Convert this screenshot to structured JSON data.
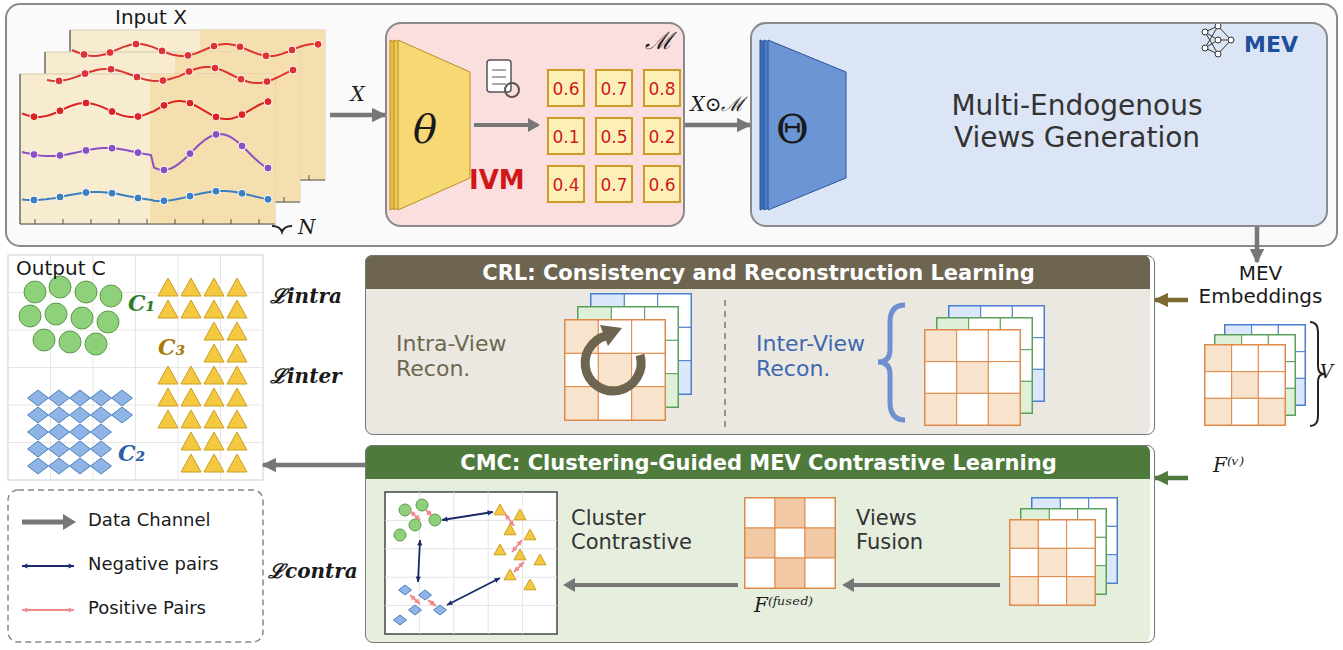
{
  "diagram": {
    "nodes": [
      {
        "text": [
          "Input X"
        ]
      },
      {
        "text": [
          "θ",
          "IVM",
          "ℳ"
        ]
      },
      {
        "text": [
          "0.6"
        ],
        "in": 1
      },
      {
        "text": [
          "0.7"
        ],
        "in": 1
      },
      {
        "text": [
          "0.8"
        ],
        "in": 1
      },
      {
        "text": [
          "0.1"
        ],
        "in": 1
      },
      {
        "text": [
          "0.5"
        ],
        "in": 1
      },
      {
        "text": [
          "0.2"
        ],
        "in": 1
      },
      {
        "text": [
          "0.4"
        ],
        "in": 1
      },
      {
        "text": [
          "0.7"
        ],
        "in": 1
      },
      {
        "text": [
          "0.6"
        ],
        "in": 1
      },
      {
        "text": [
          "Θ",
          "MEV",
          "Multi-Endogenous Views Generation"
        ]
      },
      {
        "text": [
          "CRL: Consistency and Reconstruction Learning",
          "Intra-View Recon.",
          "Inter-View Recon."
        ]
      },
      {
        "text": [
          "CMC: Clustering-Guided MEV Contrastive Learning",
          "Cluster Contrastive",
          "Views Fusion",
          "F⁽ᶠᵘˢᵉᵈ⁾"
        ]
      },
      {
        "text": [
          "Output C",
          "C₁",
          "C₃",
          "C₂"
        ]
      },
      {
        "text": [
          "MEV Embeddings",
          "F⁽ᵛ⁾",
          "V"
        ]
      }
    ],
    "edges": [
      {
        "from": 0,
        "to": 1,
        "label": "X",
        "arrow": "to"
      },
      {
        "from": 1,
        "to": 11,
        "label": "X⊙ℳ",
        "arrow": "to"
      },
      {
        "from": 11,
        "to": 15,
        "arrow": "to"
      },
      {
        "from": 15,
        "to": 12,
        "arrow": "to"
      },
      {
        "from": 15,
        "to": 13,
        "arrow": "to"
      },
      {
        "from": 13,
        "to": 14,
        "arrow": "to"
      }
    ],
    "labels": [
      "N",
      "ℒintra",
      "ℒinter",
      "ℒcontra"
    ],
    "legend": [
      {
        "text": "Data Channel"
      },
      {
        "text": "Negative pairs"
      },
      {
        "text": "Positive Pairs"
      }
    ]
  }
}
